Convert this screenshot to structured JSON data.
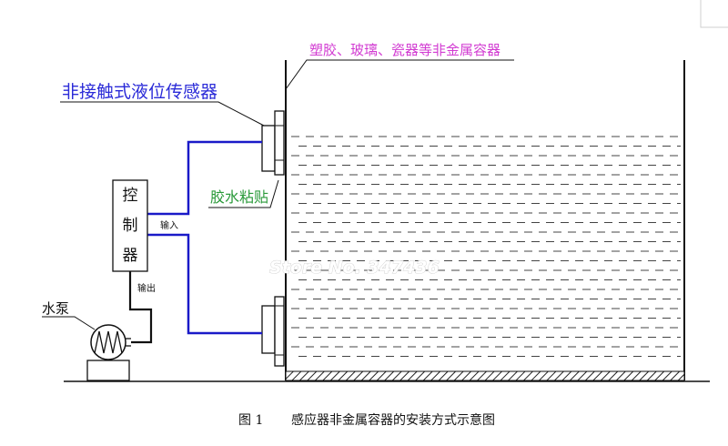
{
  "labels": {
    "material": "塑胶、玻璃、瓷器等非金属容器",
    "sensor": "非接触式液位传感器",
    "glue": "胶水粘贴",
    "controller_chars": [
      "控",
      "制",
      "器"
    ],
    "input": "输入",
    "output": "输出",
    "pump": "水泵",
    "watermark": "Store No. 347436",
    "caption_fig": "图 1",
    "caption_text": "感应器非金属容器的安装方式示意图"
  },
  "colors": {
    "signal_wire": "#1a1ac8",
    "sensor_label": "#2b2bd8",
    "material_label": "#d23bd2",
    "glue_label": "#2a9a3a",
    "outline": "#111111"
  }
}
